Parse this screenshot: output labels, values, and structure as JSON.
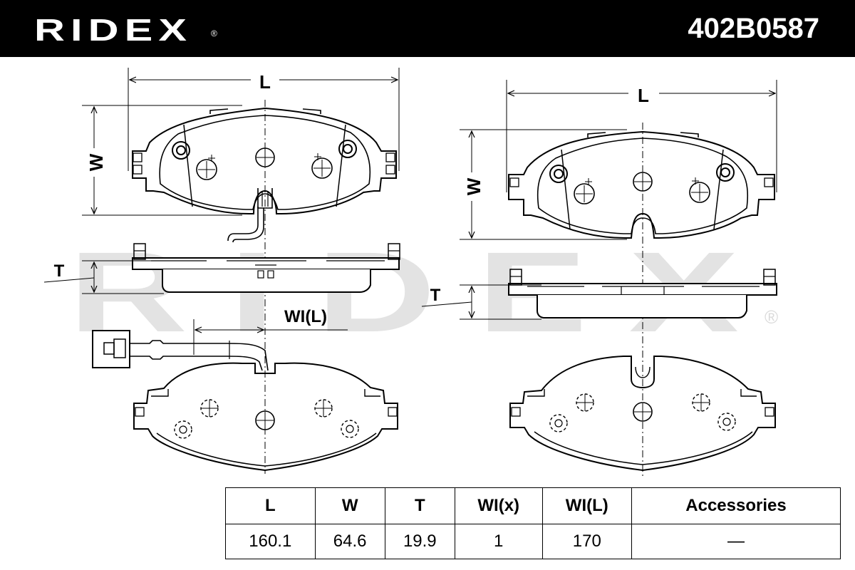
{
  "header": {
    "brand": "RIDEX",
    "brand_mark": "®",
    "part_number": "402B0587"
  },
  "watermark": {
    "text": "RIDEX",
    "mark": "®"
  },
  "diagram": {
    "labels": {
      "length": "L",
      "width": "W",
      "thickness": "T",
      "wear_indicator_length": "WI(L)"
    }
  },
  "spec_table": {
    "headers": [
      "L",
      "W",
      "T",
      "WI(x)",
      "WI(L)",
      "Accessories"
    ],
    "values": [
      "160.1",
      "64.6",
      "19.9",
      "1",
      "170",
      "—"
    ]
  },
  "colors": {
    "header_bg": "#000000",
    "header_text": "#ffffff",
    "line": "#000000",
    "watermark": "#e3e3e3"
  }
}
